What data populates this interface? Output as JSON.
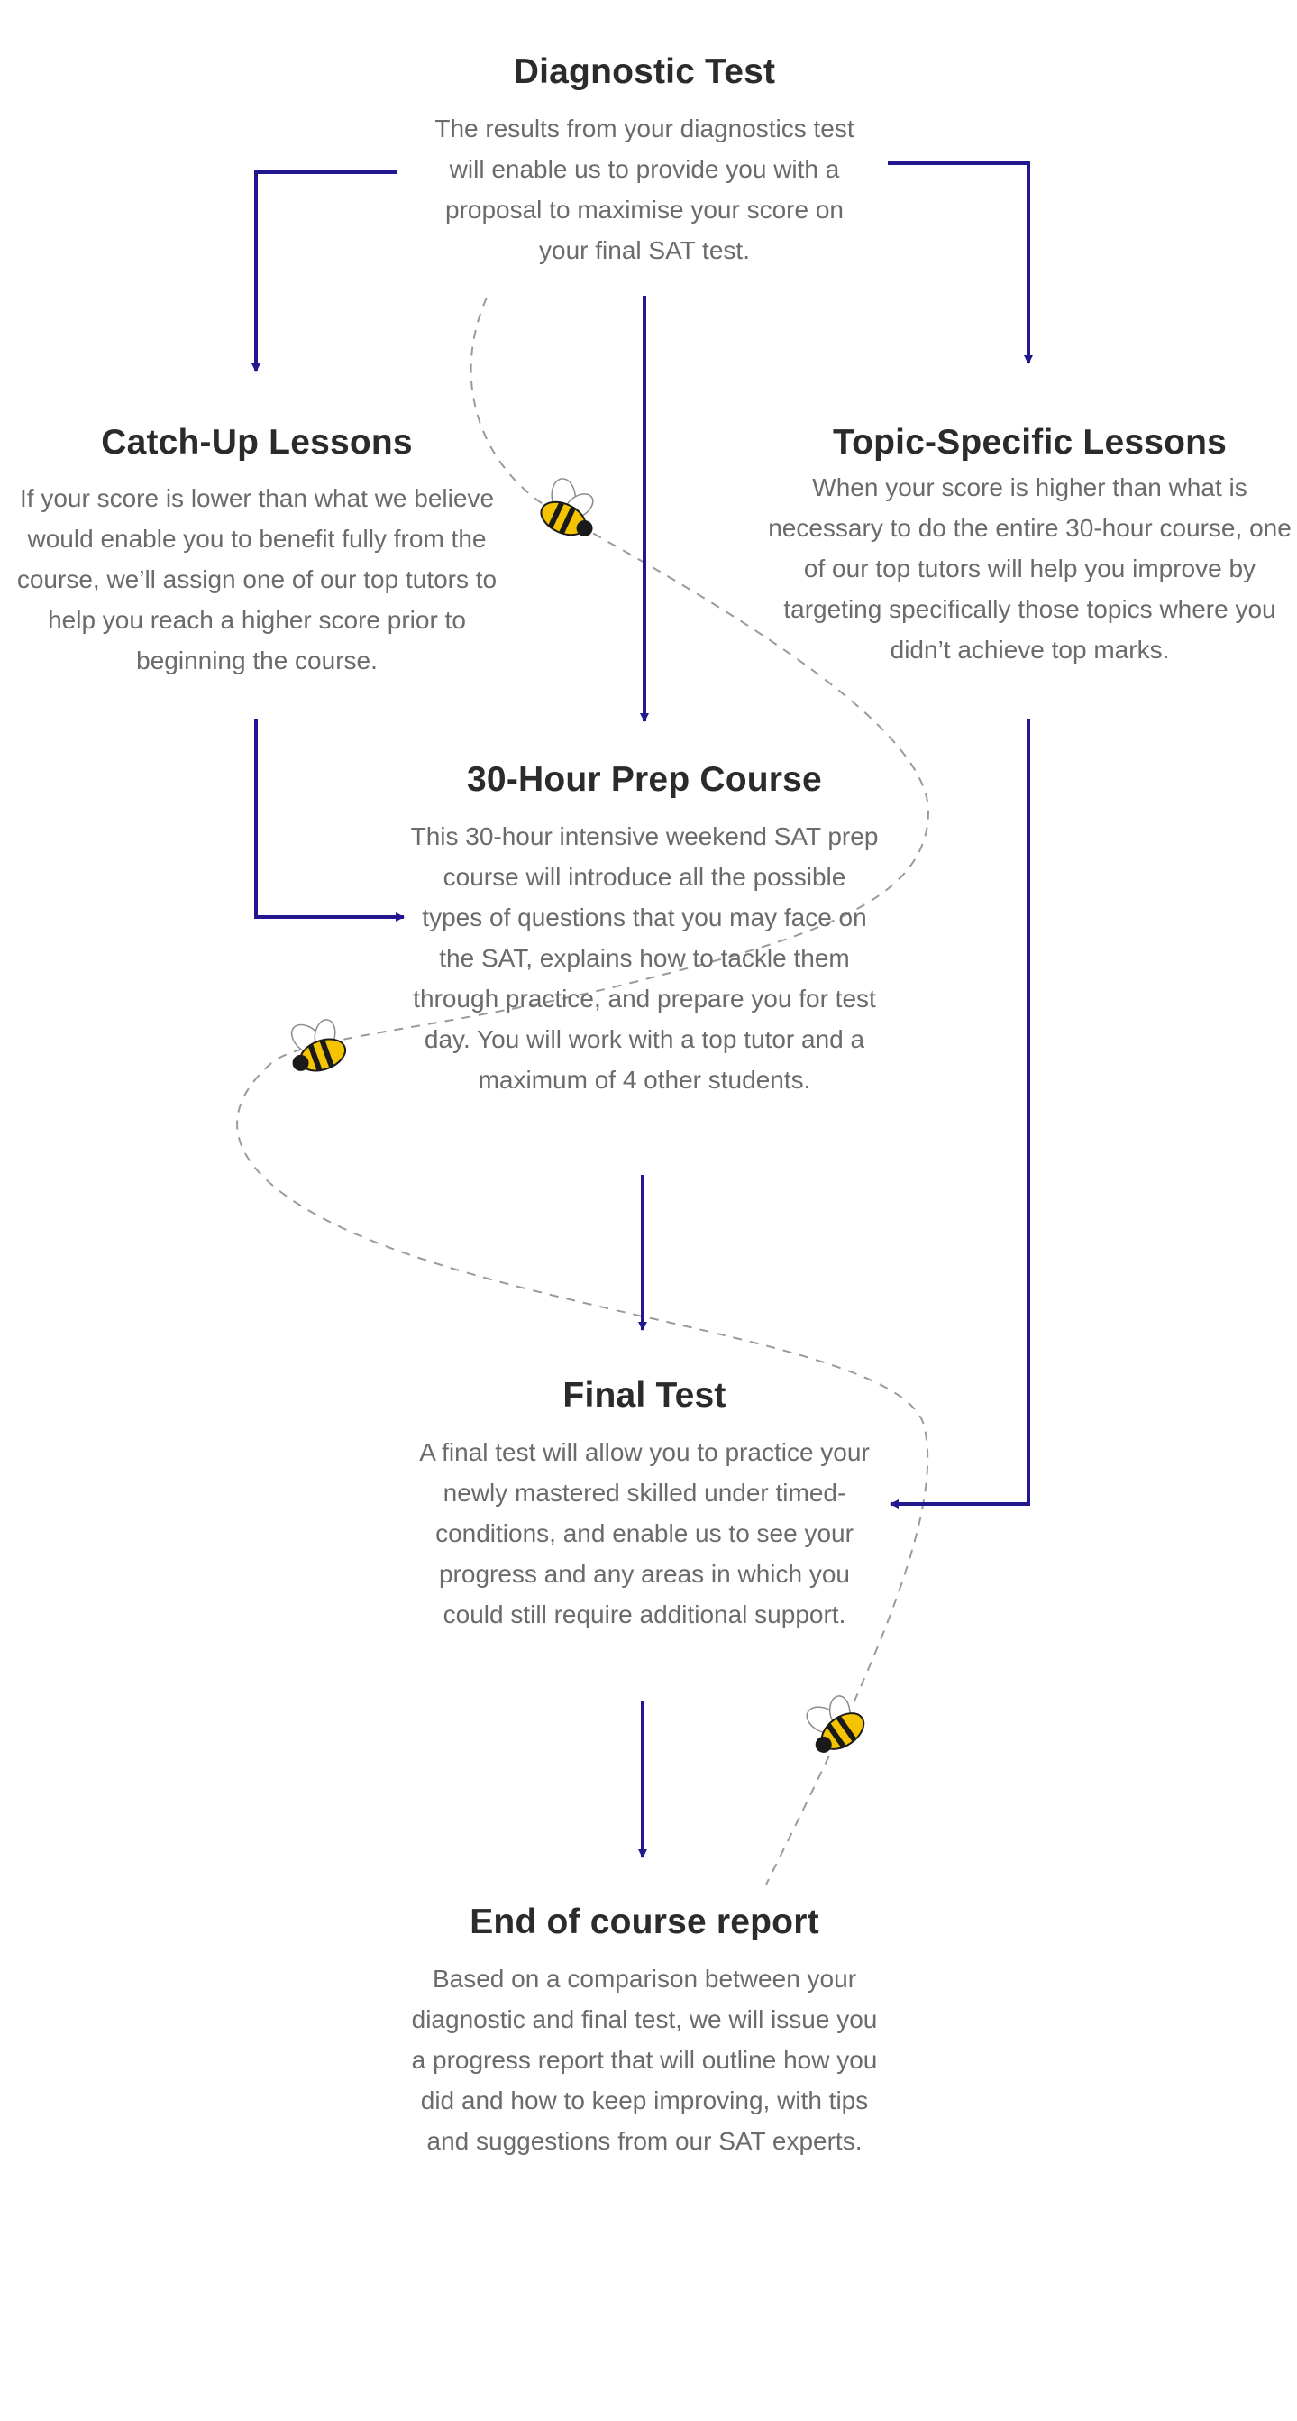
{
  "colors": {
    "arrow": "#22178f",
    "heading": "#2b2b2b",
    "body": "#6b6b6b",
    "path": "#9a9a9a",
    "bee_yellow": "#f5c400",
    "bee_black": "#1a1a1a"
  },
  "icons": [
    "bee-icon",
    "arrow-down-icon",
    "arrow-right-icon",
    "arrow-left-icon"
  ],
  "steps": {
    "diagnostic": {
      "title": "Diagnostic Test",
      "body": "The results from your diagnostics test will enable us to provide you with a proposal to maximise your score on your final SAT test."
    },
    "catchup": {
      "title": "Catch-Up Lessons",
      "body": "If your score is lower than what we believe would enable you to benefit fully from the course, we’ll assign one of our top tutors to help you reach a higher score prior to beginning the course."
    },
    "topic": {
      "title": "Topic-Specific Lessons",
      "body": "When your score is higher than what is necessary to do the entire 30-hour course, one of our top tutors will help you improve by targeting specifically those topics where you didn’t achieve top marks."
    },
    "prep": {
      "title": "30-Hour Prep Course",
      "body": "This 30-hour intensive weekend SAT prep course will introduce all the possible types of questions that you may face on the SAT, explains how to tackle them through practice, and prepare you for test day. You will work with a top tutor and a maximum of 4 other students."
    },
    "final": {
      "title": "Final Test",
      "body": "A final test will allow you to practice your newly mastered skilled under timed-conditions, and enable us to see your progress and any areas in which you could still require additional support."
    },
    "report": {
      "title": "End of course report",
      "body": "Based on a comparison between your diagnostic and final test, we will issue you a progress report that will outline how you did and how to keep improving, with tips and suggestions from our SAT experts."
    }
  }
}
